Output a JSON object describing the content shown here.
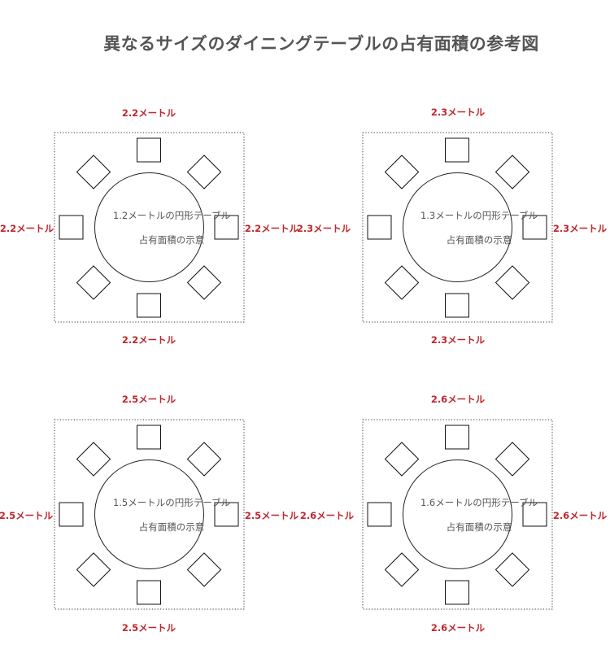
{
  "title": "異なるサイズのダイニングテーブルの占有面積の参考図",
  "diagrams": [
    {
      "table_label": "1.2メートルの円形テーブル",
      "area_label": "占有面積の示意",
      "top": "2.2メートル",
      "bottom": "2.2メートル",
      "left": "2.2メートル",
      "right": "2.2メートル"
    },
    {
      "table_label": "1.3メートルの円形テーブル",
      "area_label": "占有面積の示意",
      "top": "2.3メートル",
      "bottom": "2.3メートル",
      "left": "2.3メートル",
      "right": "2.3メートル"
    },
    {
      "table_label": "1.5メートルの円形テーブル",
      "area_label": "占有面積の示意",
      "top": "2.5メートル",
      "bottom": "2.5メートル",
      "left": "2.5メートル",
      "right": "2.5メートル"
    },
    {
      "table_label": "1.6メートルの円形テーブル",
      "area_label": "占有面積の示意",
      "top": "2.6メートル",
      "bottom": "2.6メートル",
      "left": "2.6メートル",
      "right": "2.6メートル"
    }
  ],
  "colors": {
    "dimension_text": "#c0262d",
    "label_text": "#555555",
    "outline": "#111111"
  }
}
